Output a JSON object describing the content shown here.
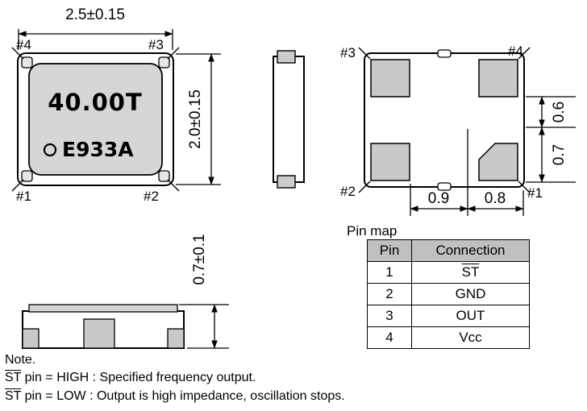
{
  "package": {
    "marking_frequency": "40.00T",
    "marking_code": "E933A"
  },
  "top_view": {
    "corner_tl": "#4",
    "corner_tr": "#3",
    "corner_bl": "#1",
    "corner_br": "#2",
    "dim_width": "2.5±0.15",
    "dim_height": "2.0±0.15"
  },
  "bottom_view": {
    "corner_tl": "#3",
    "corner_tr": "#4",
    "corner_bl": "#2",
    "corner_br": "#1",
    "dim_right_upper": "0.6",
    "dim_right_lower": "0.7",
    "dim_bottom_left": "0.9",
    "dim_bottom_right": "0.8"
  },
  "side_view": {
    "dim_height": "0.7±0.1"
  },
  "pin_map": {
    "title": "Pin map",
    "header_pin": "Pin",
    "header_connection": "Connection",
    "rows": [
      {
        "pin": "1",
        "connection": "ST"
      },
      {
        "pin": "2",
        "connection": "GND"
      },
      {
        "pin": "3",
        "connection": "OUT"
      },
      {
        "pin": "4",
        "connection": "Vcc"
      }
    ]
  },
  "note": {
    "title": "Note.",
    "line1_pin": "ST",
    "line1_text": " pin = HIGH : Specified frequency output.",
    "line2_pin": "ST",
    "line2_text": " pin = LOW : Output is high impedance, oscillation stops."
  },
  "colors": {
    "body_gray": "#d6d6d6",
    "pad_gray": "#c9c9c9",
    "table_header_gray": "#c0c0c0",
    "line": "#000000"
  }
}
